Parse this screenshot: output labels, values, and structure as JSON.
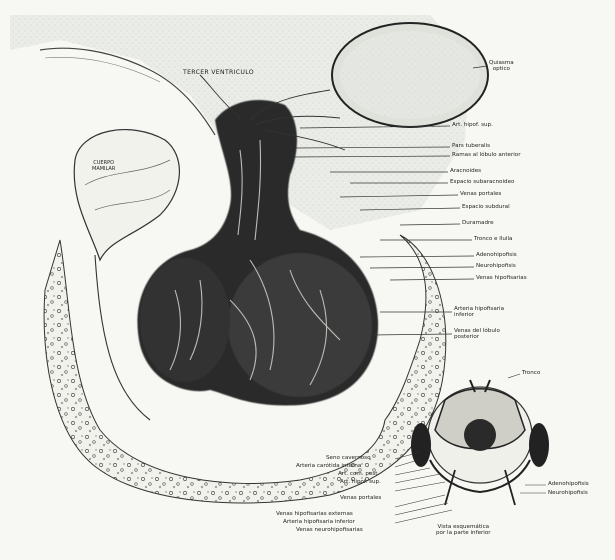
{
  "figure": {
    "third_ventricle": "TERCER VENTRICULO",
    "mammillary_body": "CUERPO\nMAMILAR",
    "optic_chiasm": "Quiasma\noptico",
    "transverse_section": "Tronco"
  },
  "right_labels": [
    "Art. hipof. sup.",
    "Pars tuberalis",
    "Ramas al lóbulo anterior",
    "Aracnoides",
    "Espacio subaracnoideo",
    "Venas portales",
    "Espacio subdural",
    "Duramadre",
    "Tronco e lluila",
    "Adenohipofisis",
    "Neurohipofisis",
    "Venas hipofisarias",
    "Arteria hipofisaria\ninferior",
    "Venas del lóbulo\nposterior"
  ],
  "bottom_left_labels": [
    "Seno cavernoso",
    "Arteria carótida interna",
    "Art. com. post.",
    "Art. hipof. sup.",
    "Venas portales",
    "Venas hipofisarias externas",
    "Arteria hipofisaria inferior",
    "Venas neurohipofisarias"
  ],
  "bottom_right_labels": [
    "Adenohipofisis",
    "Neurohipofisis",
    "Vista esquemática\npor la parte inferior"
  ]
}
